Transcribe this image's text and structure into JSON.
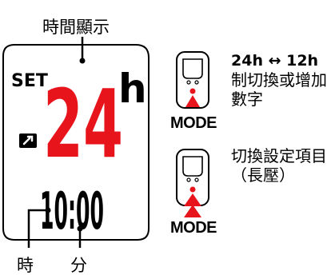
{
  "display_label": "時間顯示",
  "lcd": {
    "set_text": "SET",
    "hour_format_digits": "24",
    "hour_format_unit": "h",
    "time_value": "10:00"
  },
  "pointer_labels": {
    "hour": "時",
    "minute": "分"
  },
  "instructions": [
    {
      "button_label": "MODE",
      "title": "24h ↔ 12h",
      "text": "制切換或增加數字"
    },
    {
      "button_label": "MODE",
      "text": "切換設定項目",
      "note": "（長壓）"
    }
  ],
  "colors": {
    "accent_red": "#e8141c",
    "lcd_black": "#000000"
  },
  "icons": [
    "wrench-badge-icon",
    "device-press-icon",
    "device-long-press-icon"
  ]
}
